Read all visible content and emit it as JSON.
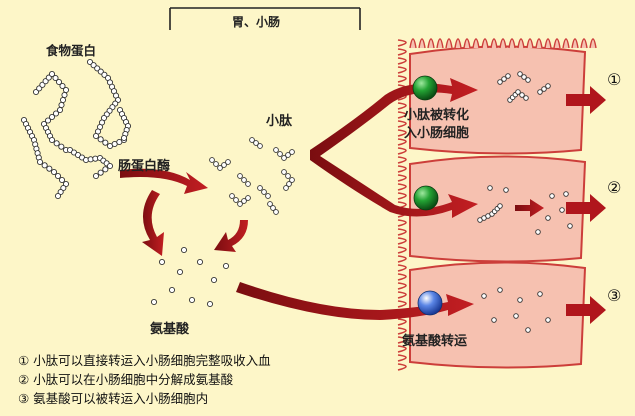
{
  "header": {
    "title": "胃、小肠"
  },
  "labels": {
    "food_protein": "食物蛋白",
    "intestinal_protease": "肠蛋白酶",
    "small_peptide": "小肽",
    "amino_acid": "氨基酸",
    "peptide_transport_line1": "小肽被转化",
    "peptide_transport_line2": "入小肠细胞",
    "amino_acid_transport": "氨基酸转运"
  },
  "outlets": [
    "①",
    "②",
    "③"
  ],
  "legend": [
    "① 小肽可以直接转运入小肠细胞完整吸收入血",
    "② 小肽可以在小肠细胞中分解成氨基酸",
    "③ 氨基酸可以被转运入小肠细胞内"
  ],
  "colors": {
    "background": "#fdf6c8",
    "arrow_red": "#b0161c",
    "cell_fill": "#f6c1b0",
    "cell_stroke": "#cc3e3a",
    "transporter_green": "#1c8a2a",
    "transporter_blue": "#2a56c6"
  }
}
